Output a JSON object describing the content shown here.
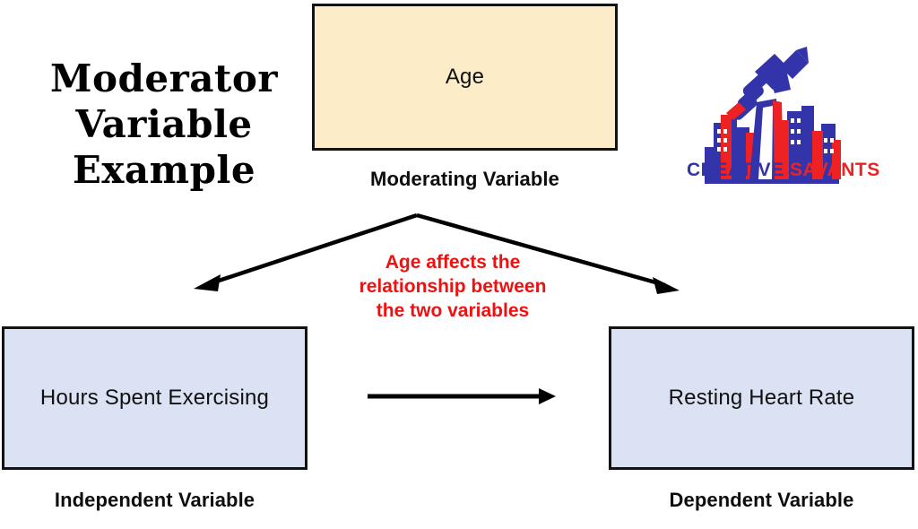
{
  "page": {
    "title_lines": "Moderator\nVariable\nExample",
    "background_color": "#ffffff"
  },
  "colors": {
    "moderator_box_fill": "#FCEDC8",
    "variable_box_fill": "#DAE2F3",
    "box_border": "#121212",
    "note_text": "#EE1111",
    "logo_blue": "#3333AA",
    "logo_red": "#EE2222",
    "arrow": "#000000"
  },
  "diagram": {
    "type": "moderation-model",
    "nodes": [
      {
        "id": "moderator",
        "text": "Age",
        "caption": "Moderating Variable",
        "fill": "#FCEDC8",
        "position": "top-center"
      },
      {
        "id": "independent",
        "text": "Hours Spent Exercising",
        "caption": "Independent Variable",
        "fill": "#DAE2F3",
        "position": "bottom-left"
      },
      {
        "id": "dependent",
        "text": "Resting Heart Rate",
        "caption": "Dependent Variable",
        "fill": "#DAE2F3",
        "position": "bottom-right"
      }
    ],
    "edges": [
      {
        "id": "moderator-to-left",
        "from": "moderator",
        "to": "independent",
        "style": "arrow"
      },
      {
        "id": "moderator-to-right",
        "from": "moderator",
        "to": "dependent",
        "style": "arrow"
      },
      {
        "id": "independent-to-dependent",
        "from": "independent",
        "to": "dependent",
        "style": "arrow"
      }
    ],
    "note": "Age affects the\nrelationship between\nthe two variables"
  },
  "logo": {
    "word_one": "CREATIVE",
    "word_two": "SAVANTS",
    "icon_name": "hand-holding-pencil-over-skyline"
  }
}
